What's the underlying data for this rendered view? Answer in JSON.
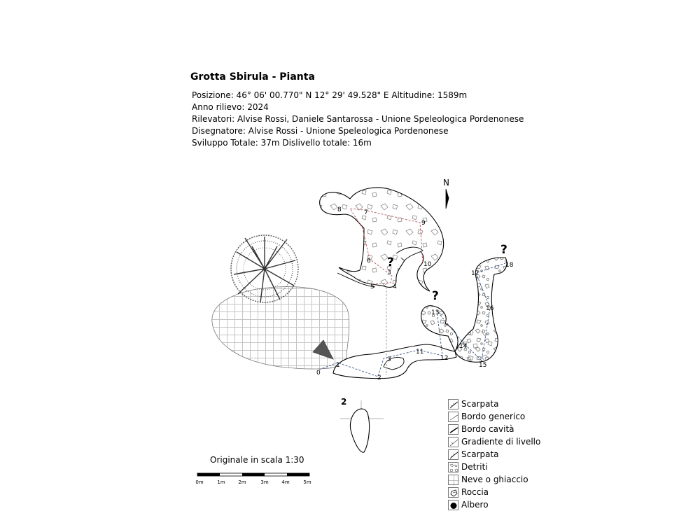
{
  "title": "Grotta Sbirula - Pianta",
  "info": {
    "position": "Posizione: 46° 06' 00.770\" N 12° 29' 49.528\" E Altitudine: 1589m",
    "year": "Anno rilievo: 2024",
    "surveyors": "Rilevatori: Alvise Rossi, Daniele Santarossa - Unione Speleologica Pordenonese",
    "drafter": "Disegnatore: Alvise Rossi - Unione Speleologica Pordenonese",
    "totals": "Sviluppo Totale: 37m Dislivello totale: 16m"
  },
  "north_label": "N",
  "stations": [
    "0",
    "1",
    "2",
    "3",
    "3",
    "4",
    "5",
    "6",
    "7",
    "8",
    "9",
    "10",
    "11",
    "12",
    "13",
    "14",
    "15",
    "16",
    "17",
    "18"
  ],
  "unknown_marker": "?",
  "section_label": "2",
  "scale": {
    "caption": "Originale in scala 1:30",
    "ticks": [
      "0m",
      "1m",
      "2m",
      "3m",
      "4m",
      "5m"
    ]
  },
  "legend": [
    {
      "label": "Scarpata",
      "icon": "scarp-icon"
    },
    {
      "label": "Bordo generico",
      "icon": "generic-border-icon"
    },
    {
      "label": "Bordo cavità",
      "icon": "cave-border-icon"
    },
    {
      "label": "Gradiente di livello",
      "icon": "level-gradient-icon"
    },
    {
      "label": "Scarpata",
      "icon": "scarp-icon"
    },
    {
      "label": "Detriti",
      "icon": "debris-icon"
    },
    {
      "label": "Neve o ghiaccio",
      "icon": "snow-ice-icon"
    },
    {
      "label": "Roccia",
      "icon": "rock-icon"
    },
    {
      "label": "Albero",
      "icon": "tree-icon"
    }
  ]
}
